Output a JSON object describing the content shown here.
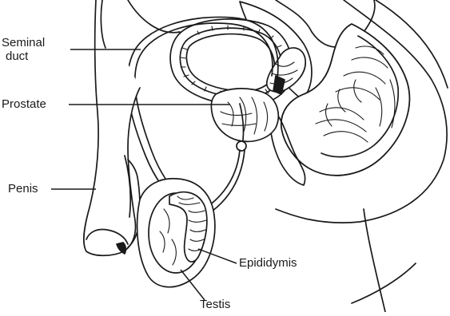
{
  "labels": {
    "seminal_duct_line1": "Seminal",
    "seminal_duct_line2": "duct",
    "prostate": "Prostate",
    "penis": "Penis",
    "epididymis": "Epididymis",
    "testis": "Testis"
  }
}
